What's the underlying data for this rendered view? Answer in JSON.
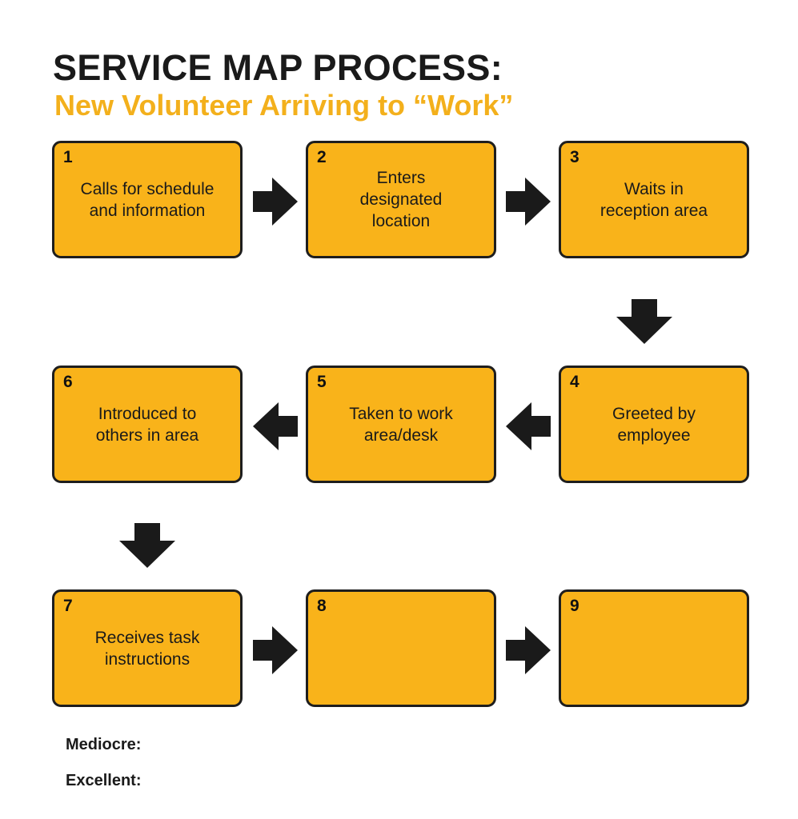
{
  "title": "SERVICE MAP PROCESS:",
  "subtitle": "New Volunteer Arriving to “Work”",
  "steps": [
    {
      "number": "1",
      "lines": [
        "Calls for schedule",
        "and information"
      ]
    },
    {
      "number": "2",
      "lines": [
        "Enters",
        "designated",
        "location"
      ]
    },
    {
      "number": "3",
      "lines": [
        "Waits in",
        "reception area"
      ]
    },
    {
      "number": "4",
      "lines": [
        "Greeted by",
        "employee"
      ]
    },
    {
      "number": "5",
      "lines": [
        "Taken to work",
        "area/desk"
      ]
    },
    {
      "number": "6",
      "lines": [
        "Introduced to",
        "others in area"
      ]
    },
    {
      "number": "7",
      "lines": [
        "Receives task",
        "instructions"
      ]
    },
    {
      "number": "8",
      "lines": []
    },
    {
      "number": "9",
      "lines": []
    }
  ],
  "arrows": [
    "right",
    "right",
    "down",
    "left",
    "left",
    "down",
    "right",
    "right"
  ],
  "ratings": {
    "mediocre_label": "Mediocre:",
    "excellent_label": "Excellent:"
  },
  "colors": {
    "box_fill": "#f9b31a",
    "box_border": "#1e1e1e",
    "subtitle": "#f3b01c",
    "arrow": "#1a1a1a"
  },
  "icons": {
    "arrow_right": "arrow-right-icon",
    "arrow_down": "arrow-down-icon",
    "arrow_left": "arrow-left-icon"
  }
}
